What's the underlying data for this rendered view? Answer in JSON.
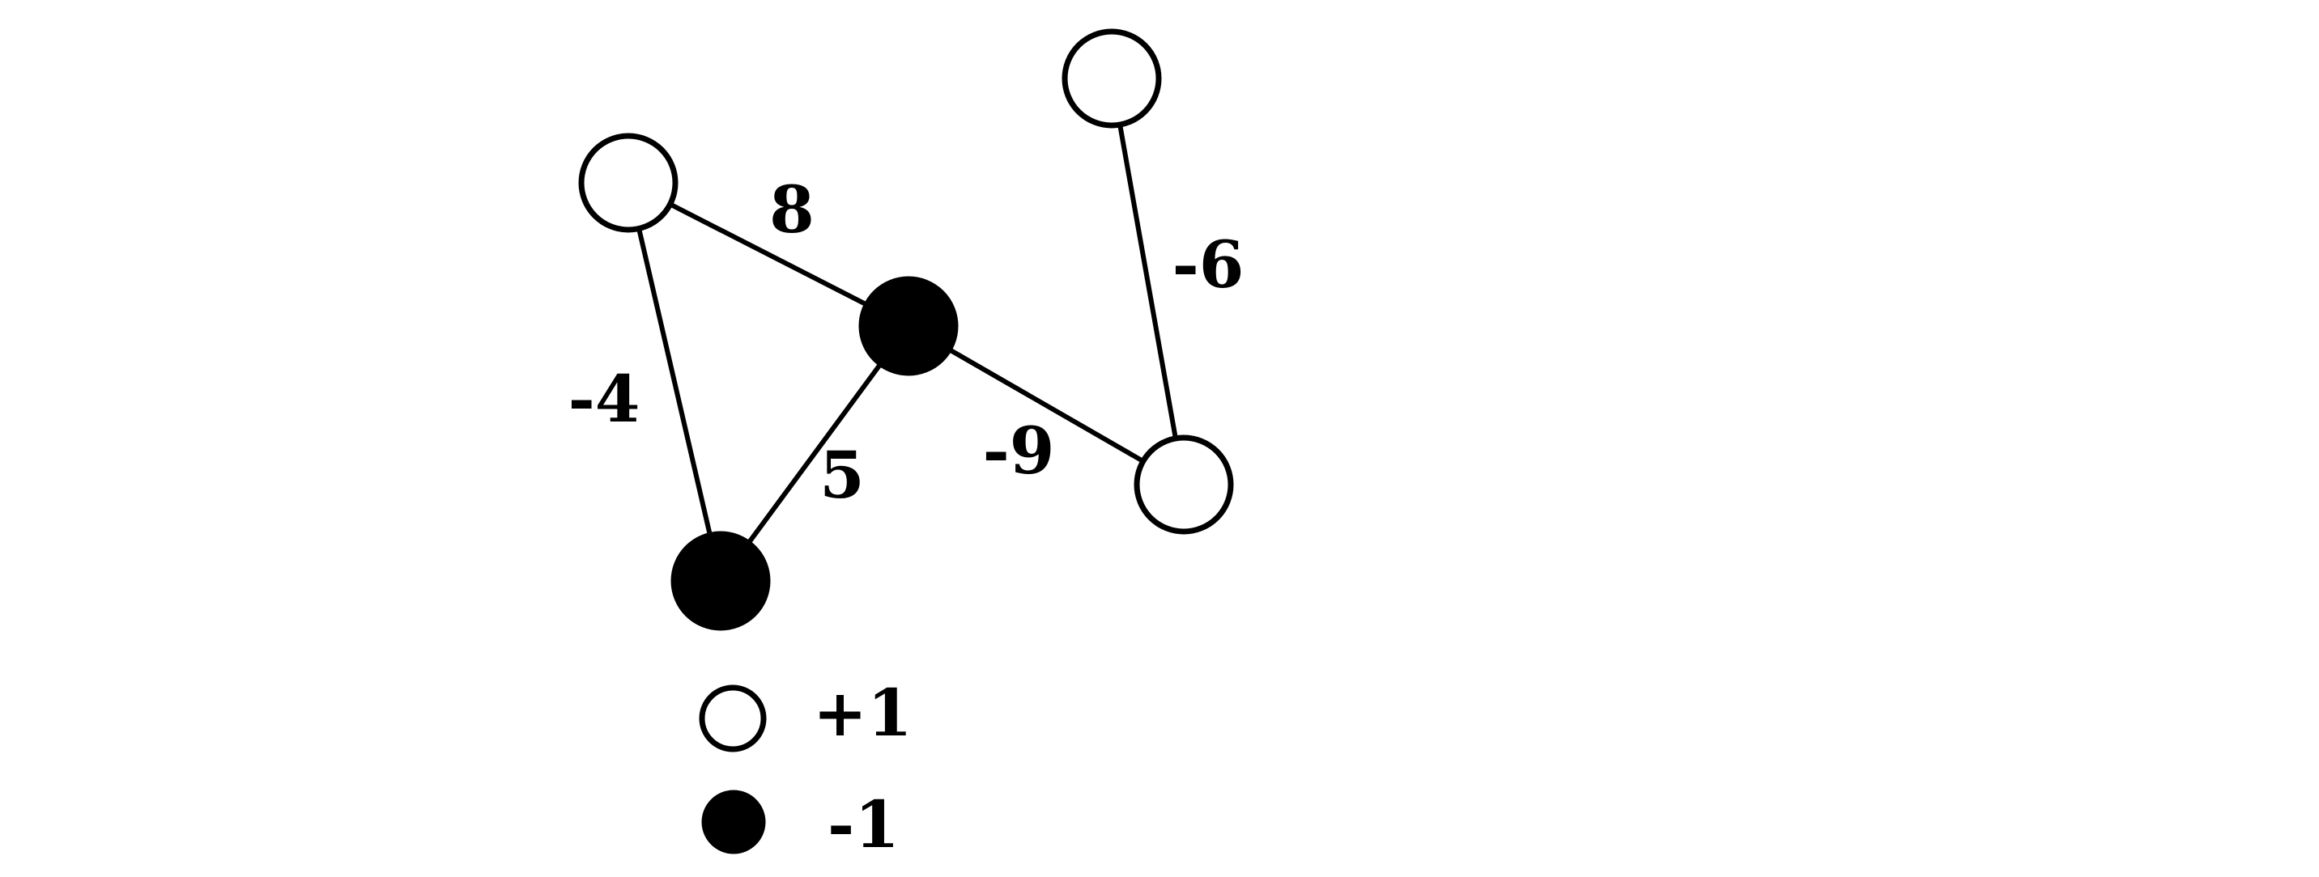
{
  "diagram": {
    "nodes": [
      {
        "id": "n1",
        "spin": "+1"
      },
      {
        "id": "n2",
        "spin": "+1"
      },
      {
        "id": "n3",
        "spin": "-1"
      },
      {
        "id": "n4",
        "spin": "-1"
      },
      {
        "id": "n5",
        "spin": "+1"
      }
    ],
    "edges": [
      {
        "from": "n1",
        "to": "n3",
        "weight": "8"
      },
      {
        "from": "n1",
        "to": "n4",
        "weight": "-4"
      },
      {
        "from": "n3",
        "to": "n4",
        "weight": "5"
      },
      {
        "from": "n3",
        "to": "n5",
        "weight": "-9"
      },
      {
        "from": "n2",
        "to": "n5",
        "weight": "-6"
      }
    ]
  },
  "legend": {
    "white_label": "+1",
    "black_label": "-1"
  },
  "colors": {
    "stroke": "#000000",
    "positive_fill": "#ffffff",
    "negative_fill": "#000000"
  }
}
